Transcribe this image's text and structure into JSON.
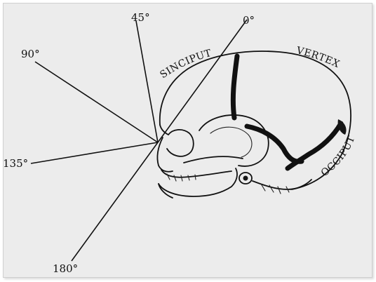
{
  "angle_labels": {
    "a0": "0°",
    "a45": "45°",
    "a90": "90°",
    "a135": "135°",
    "a180": "180°"
  },
  "regions": {
    "sinciput": "SINCIPUT",
    "vertex": "VERTEX",
    "occiput": "OCCIPUT"
  },
  "colors": {
    "background": "#ececec",
    "ink": "#111111"
  }
}
